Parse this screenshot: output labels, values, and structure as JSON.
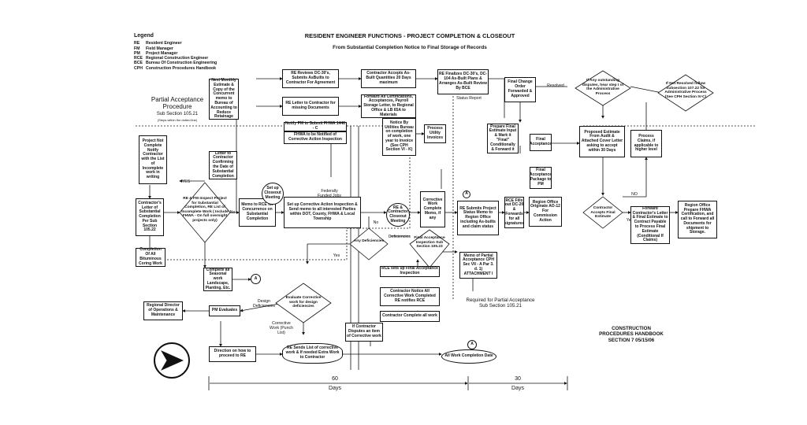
{
  "title": "RESIDENT ENGINEER FUNCTIONS - PROJECT COMPLETION & CLOSEOUT",
  "subtitle": "From Substantial Completion Notice to Final Storage of Records",
  "legend": {
    "heading": "Legend",
    "items": [
      {
        "abbr": "RE",
        "text": "Resident Engineer"
      },
      {
        "abbr": "FM",
        "text": "Field Manager"
      },
      {
        "abbr": "PM",
        "text": "Project Manager"
      },
      {
        "abbr": "RCE",
        "text": "Regional Construction Engineer"
      },
      {
        "abbr": "BCE",
        "text": "Bureau Of Construction Engineering"
      },
      {
        "abbr": "CPH",
        "text": "Construction Procedures Handbook"
      }
    ]
  },
  "partial_acceptance": {
    "title": "Partial Acceptance Procedure",
    "section": "Sub Section 105.21",
    "note": "(Steps within the dotted line)"
  },
  "boxes": {
    "project_not_complete": "Project Not Complete Notify Contractor with the List of Incomplete work in writing",
    "contractor_letter": "Contractor's Letter of Substantial Completion Per Sub Section 105.22",
    "completion_bituminous": "Completion Of All Bituminous Coring Work",
    "monthly_estimate": "Next Monthly Estimate & Copy of the Concurrent memo to Bureau of Accounting to Reduce Retainage",
    "letter_to_contractor": "Letter to Contractor Confirming the Date of Substantial Completion",
    "memo_rce": "Memo to RCE for Concurrence on Substantial Completion",
    "complete_seasonal": "Complete all Seasonal work Landscape, Planting, Etc.",
    "re_reviews": "RE Reviews DC-30's, Submits AsBuilts to Contractor For Agreement",
    "re_letter_missing": "RE Letter to Contractor for missing Documents",
    "notify_pm": "Notify PM to Submit FHWA 1446 - C",
    "fhwa_notified": "FHWA to be Notified of Corrective Action Inspection",
    "setup_corrective": "Set up Corrective Action Inspection & Send memo to all interested Parties within DOT, County, FHWA & Local Township",
    "contractor_accepts_asbuilt": "Contractor Accepts As-Built Quantities 20 Days maximum",
    "forward_certifications": "Forward All Certifications, Acceptances, Payroll Storage Letter, to Regional Office & LB 65A to Materials",
    "notice_utilities": "Notice By Utilities Bureau on completion of work, one year to invoice (See CPH Section VI - K)",
    "process_utility": "Process Utility Invoices",
    "re_finalizes": "RE Finalizes DC-30's, DC-104 As-Built Plans & Arranges As-Built Review By BCE",
    "re_submits": "RE Submits Project Status Memo to Region Office including As-builts and claim status",
    "rce_files": "RCE Fills out DC-20 & Forwards for all signatures",
    "final_change_order": "Final Change Order Forwarded & Approved",
    "prepare_final_estimate": "Prepare Final Estimate Input & Mark it \"Final\" Conditionally & Forward it",
    "final_acceptance": "Final Acceptance",
    "final_acceptance_package": "Final Acceptance Package to PM",
    "region_office_ao12": "Region Office Originate AO-12 For Commission Action",
    "proposed_estimate": "Proposed Estimate From Audit & Attached Cover Letter asking to accept within 30 Days",
    "process_claims": "Process Claims, if applicable to higher level",
    "forward_contractor": "Forward Contractor's Letter & Final Estimate to Contract Payable to Process Final Estimate (Conditional If Claims)",
    "region_prepare_fhwa": "Region Office Prepare FHWA Certification, and call to Forward all Documents for shipment to Storage.",
    "corrective_complete": "Corrective Work Complete Memo, if any",
    "memo_partial": "Memo of Partial Acceptance CPH Sec VII - A Par 3. d. 1) ATTACHMENT I",
    "rce_setup_final": "RCE sets up Final Acceptance Inspection",
    "contractor_notice": "Contractor Notice All Corrective Work Completed RE notifies RCE",
    "contractor_complete_all": "Contractor Complete all work",
    "if_contractor_disputes": "If Contractor Disputes an item of Corrective work",
    "evaluate_corrective": "Evaluate Corrective work for design deficiencies",
    "regional_director": "Regional Director of Operations & Maintenance",
    "pm_evaluates": "PM Evaluates",
    "direction_on_how": "Direction on how to proceed to RE",
    "re_sends_list": "RE Sends List of corrective work & If needed Extra Work to Contractor"
  },
  "decisions": {
    "re_fm_inspect": "RE & FM Inspect Project for Substantial Completion, RE List of Incomplete Work ( Include FHWA - On full oversight projects only)",
    "any_deficiencies": "Any Deficiencies",
    "final_acceptance_inspection": "Final Acceptance Inspection Sub Section 105.23",
    "if_outstanding": "If Any outstanding disputes, hear step I of the Administrative Process",
    "contractor_accepts_final": "Contractor Accepts Final Estimate",
    "if_not_resolved": "If Not Resolved follow Subsection 107.22 for Administrative Process (See CPH Section IV-C)"
  },
  "circles": {
    "setup_closeout": "Set up Closeout Meeting",
    "re_contractor_closeout": "RE & Contractor Closeout Meeting",
    "connector_a": "A",
    "all_work_completion": "All Work Completion Date"
  },
  "labels": {
    "yes": "YES",
    "no": "No",
    "yes2": "Yes",
    "no2": "NO",
    "federally_funded": "Federally Funded Jobs",
    "deficiencies": "Deficiencies",
    "status_report": "Status Report",
    "resolved": "Resolved",
    "design_deficiencies": "Design Deficiencies",
    "corrective_work": "Corrective Work (Punch List)",
    "required_for": "Required for Partial Acceptance Sub Section 105.21",
    "handbook": "CONSTRUCTION PROCEDURES HANDBOOK SECTION 7 05/15/06"
  },
  "timeline": {
    "seg1_value": "60",
    "seg1_unit": "Days",
    "seg2_value": "30",
    "seg2_unit": "Days"
  }
}
